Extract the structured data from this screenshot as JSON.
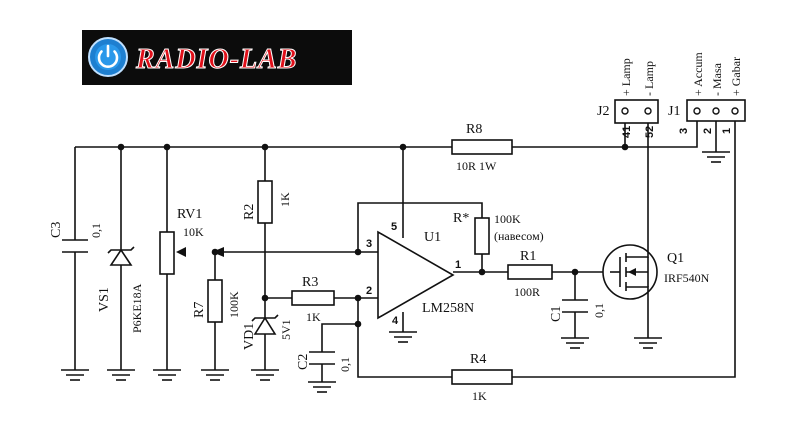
{
  "logo": {
    "text": "RADIO-LAB",
    "color": "#e0101a",
    "icon": "power-icon"
  },
  "connectors": {
    "J2": {
      "ref": "J2",
      "pins": [
        {
          "num": "41",
          "label": "+ Lamp"
        },
        {
          "num": "52",
          "label": "- Lamp"
        }
      ]
    },
    "J1": {
      "ref": "J1",
      "pins": [
        {
          "num": "3",
          "label": "+ Accum"
        },
        {
          "num": "2",
          "label": "- Masa"
        },
        {
          "num": "1",
          "label": "+ Gabar"
        }
      ]
    }
  },
  "components": {
    "R8": {
      "ref": "R8",
      "value": "10R 1W"
    },
    "C3": {
      "ref": "C3",
      "value": "0,1"
    },
    "VS1": {
      "ref": "VS1",
      "value": "P6KE18A"
    },
    "RV1": {
      "ref": "RV1",
      "value": "10K"
    },
    "R7": {
      "ref": "R7",
      "value": "100K"
    },
    "R2": {
      "ref": "R2",
      "value": "1K"
    },
    "VD1": {
      "ref": "VD1",
      "value": "5V1"
    },
    "R3": {
      "ref": "R3",
      "value": "1K"
    },
    "C2": {
      "ref": "C2",
      "value": "0,1"
    },
    "U1": {
      "ref": "U1",
      "value": "LM258N",
      "pins": {
        "in_plus": "3",
        "in_minus": "2",
        "out": "1",
        "vcc": "5",
        "gnd": "4"
      }
    },
    "Rstar": {
      "ref": "R*",
      "value": "100K",
      "note": "(навесом)"
    },
    "R1": {
      "ref": "R1",
      "value": "100R"
    },
    "C1": {
      "ref": "C1",
      "value": "0,1"
    },
    "Q1": {
      "ref": "Q1",
      "value": "IRF540N"
    },
    "R4": {
      "ref": "R4",
      "value": "1K"
    }
  }
}
